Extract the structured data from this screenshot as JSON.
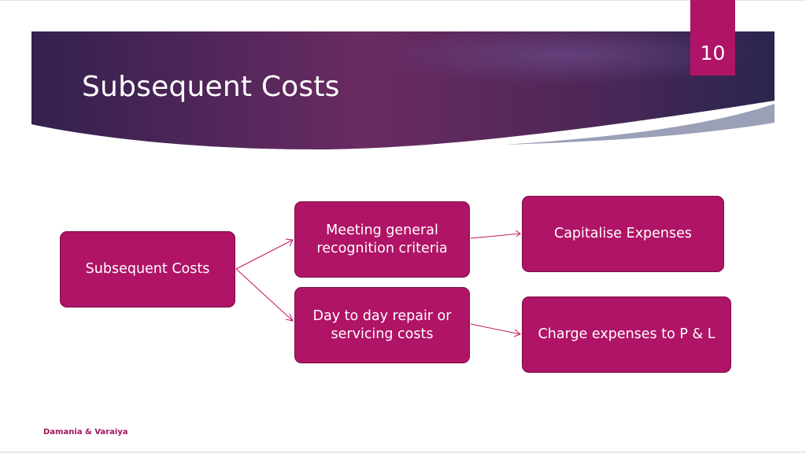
{
  "slide": {
    "title": "Subsequent Costs",
    "page_number": "10",
    "footer": "Damania & Varaiya"
  },
  "diagram": {
    "root": "Subsequent Costs",
    "branch_top": "Meeting general recognition criteria",
    "branch_bottom": "Day to day repair or servicing costs",
    "outcome_top": "Capitalise Expenses",
    "outcome_bottom": "Charge expenses to P & L"
  },
  "colors": {
    "box_fill": "#b01466",
    "box_border": "#7a0d45",
    "connector": "#c2185b",
    "banner_dark": "#2e1f4f",
    "banner_mid": "#6b2c62"
  }
}
